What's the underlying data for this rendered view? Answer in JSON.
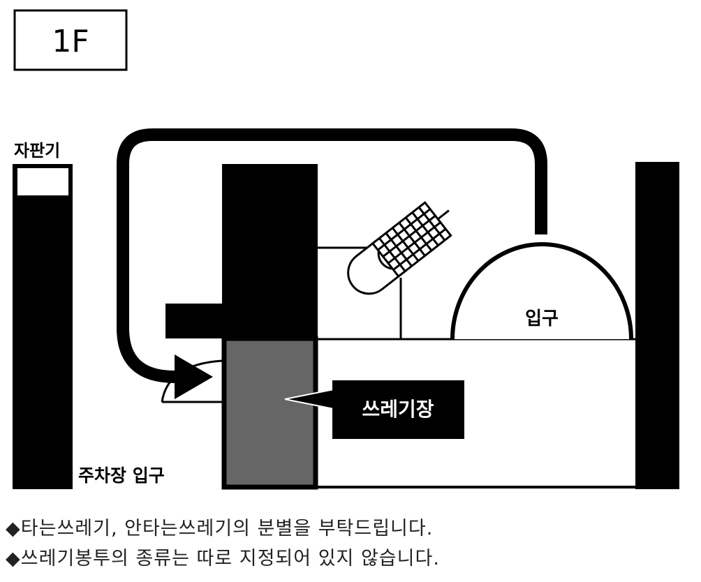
{
  "floor_label": "1F",
  "labels": {
    "vending_machine": "자판기",
    "entrance": "입구",
    "garbage_area": "쓰레기장",
    "parking_entrance": "주차장 입구"
  },
  "notes": [
    "◆타는쓰레기, 안타는쓰레기의 분별을 부탁드립니다.",
    "◆쓰레기봉투의 종류는 따로 지정되어 있지 않습니다."
  ],
  "colors": {
    "ink": "#000000",
    "garbage_area_fill": "#666666",
    "background": "#ffffff"
  }
}
